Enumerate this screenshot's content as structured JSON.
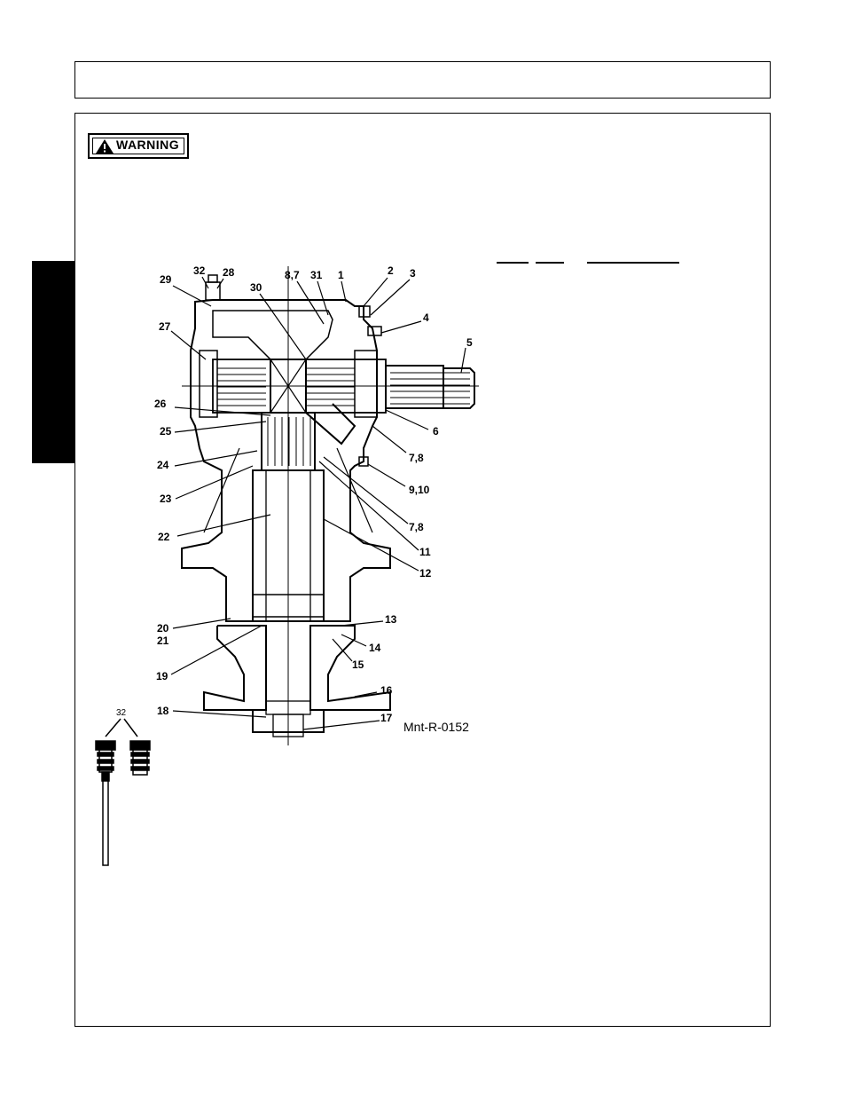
{
  "warning": {
    "label": "WARNING"
  },
  "figure": {
    "ref": "Mnt-R-0152",
    "callouts": {
      "c1": "1",
      "c2": "2",
      "c3": "3",
      "c4": "4",
      "c5": "5",
      "c6": "6",
      "c78a": "7,8",
      "c910": "9,10",
      "c78b": "7,8",
      "c11": "11",
      "c12": "12",
      "c13": "13",
      "c14": "14",
      "c15": "15",
      "c16": "16",
      "c17": "17",
      "c18": "18",
      "c19": "19",
      "c2021": "20",
      "c21": "21",
      "c22": "22",
      "c23": "23",
      "c24": "24",
      "c25": "25",
      "c26": "26",
      "c27": "27",
      "c29": "29",
      "c32": "32",
      "c28": "28",
      "c30": "30",
      "c87": "8,7",
      "c31": "31",
      "c32b": "32"
    }
  }
}
